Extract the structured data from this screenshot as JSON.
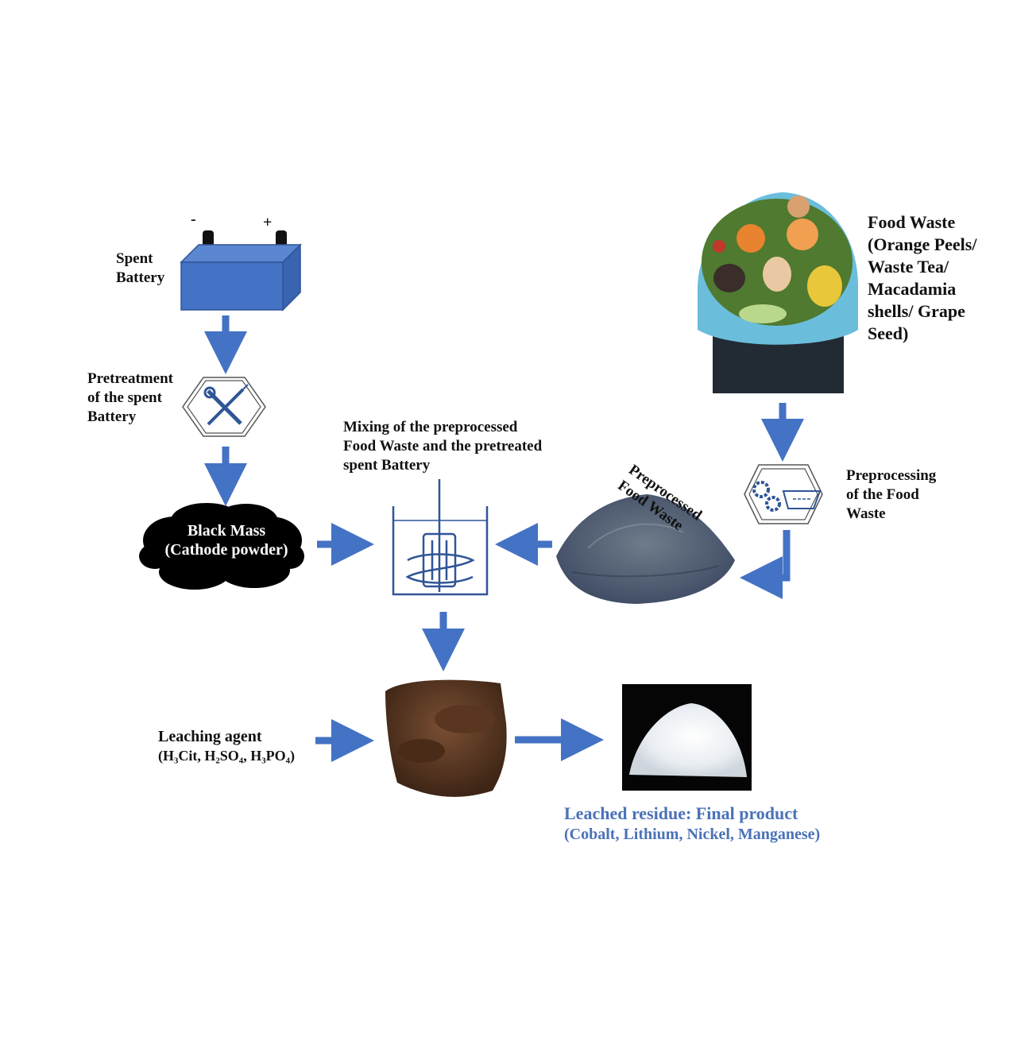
{
  "battery": {
    "label_line1": "Spent",
    "label_line2": "Battery",
    "minus": "-",
    "plus": "+"
  },
  "pretreatment": {
    "line1": "Pretreatment",
    "line2": "of the spent",
    "line3": "Battery"
  },
  "black_mass": {
    "line1": "Black Mass",
    "line2": "(Cathode powder)"
  },
  "mixing": {
    "line1": "Mixing of the preprocessed",
    "line2": "Food Waste and the pretreated",
    "line3": "spent Battery"
  },
  "preprocessed_food": {
    "line1": "Preprocessed",
    "line2": "Food Waste"
  },
  "food_waste": {
    "title": "Food Waste",
    "line1": "(Orange Peels/",
    "line2": "Waste Tea/",
    "line3": "Macadamia",
    "line4": "shells/ Grape",
    "line5": "Seed)"
  },
  "preprocessing": {
    "line1": "Preprocessing",
    "line2": "of the Food",
    "line3": "Waste"
  },
  "leaching": {
    "title": "Leaching agent",
    "agents": "(H₃Cit, H₂SO₄, H₃PO₄)"
  },
  "final": {
    "title": "Leached residue: Final product",
    "metals": "(Cobalt, Lithium, Nickel, Manganese)"
  },
  "colors": {
    "arrow": "#4472c4",
    "battery": "#4472c4",
    "final_text": "#4a72b8",
    "icon_stroke": "#2f5597"
  }
}
